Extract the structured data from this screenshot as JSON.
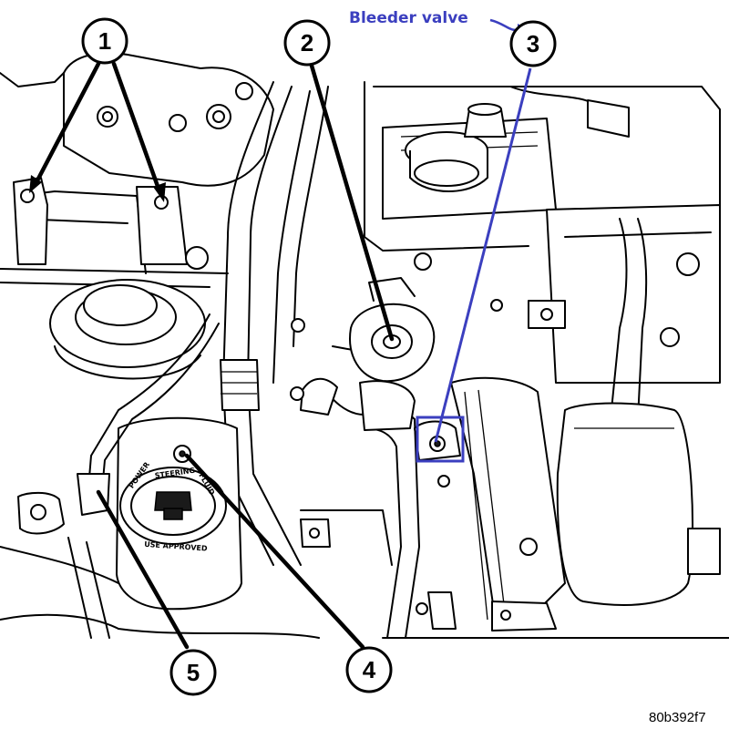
{
  "callouts": [
    {
      "id": "1",
      "label": "1"
    },
    {
      "id": "2",
      "label": "2"
    },
    {
      "id": "3",
      "label": "3"
    },
    {
      "id": "4",
      "label": "4"
    },
    {
      "id": "5",
      "label": "5"
    }
  ],
  "annotation": {
    "text": "Bleeder valve",
    "color": "#3b3fbf"
  },
  "reservoir_cap_text": {
    "top": "STEERING",
    "bottom": "USE APPROVED",
    "side": "POWER",
    "side2": "FLUID"
  },
  "figure_id": "80b392f7"
}
